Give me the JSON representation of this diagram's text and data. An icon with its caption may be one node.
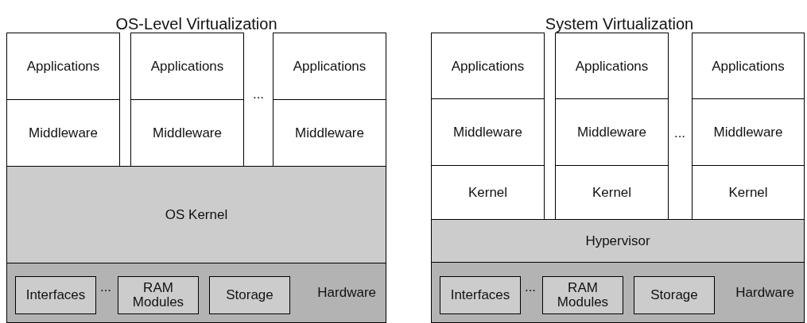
{
  "diagram": {
    "nodes": [
      {
        "text": [
          "Applications"
        ]
      },
      {
        "text": [
          "Applications"
        ]
      },
      {
        "text": [
          "Applications"
        ]
      },
      {
        "text": [
          "Middleware"
        ]
      },
      {
        "text": [
          "Middleware"
        ]
      },
      {
        "text": [
          "Middleware"
        ]
      },
      {
        "text": [
          "OS Kernel"
        ]
      },
      {
        "text": [
          "Hardware"
        ]
      },
      {
        "text": [
          "Interfaces"
        ],
        "in": 7
      },
      {
        "text": [
          "RAM Modules"
        ],
        "in": 7
      },
      {
        "text": [
          "Storage"
        ],
        "in": 7
      },
      {
        "text": [
          "Applications"
        ]
      },
      {
        "text": [
          "Applications"
        ]
      },
      {
        "text": [
          "Applications"
        ]
      },
      {
        "text": [
          "Middleware"
        ]
      },
      {
        "text": [
          "Middleware"
        ]
      },
      {
        "text": [
          "Middleware"
        ]
      },
      {
        "text": [
          "Kernel"
        ]
      },
      {
        "text": [
          "Kernel"
        ]
      },
      {
        "text": [
          "Kernel"
        ]
      },
      {
        "text": [
          "Hypervisor"
        ]
      },
      {
        "text": [
          "Hardware"
        ]
      },
      {
        "text": [
          "Interfaces"
        ],
        "in": 21
      },
      {
        "text": [
          "RAM Modules"
        ],
        "in": 21
      },
      {
        "text": [
          "Storage"
        ],
        "in": 21
      }
    ],
    "edges": [],
    "labels": [
      "OS-Level Virtualization",
      "System Virtualization",
      "...",
      "...",
      "...",
      "..."
    ]
  }
}
